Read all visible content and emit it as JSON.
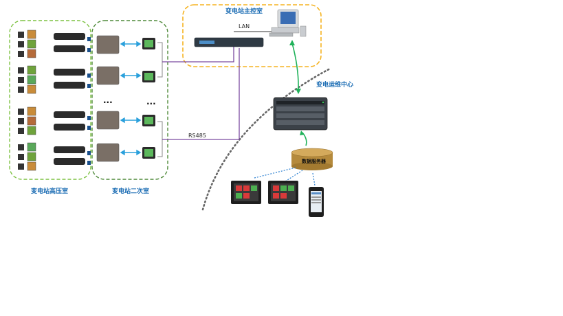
{
  "labels": {
    "high_voltage_room": "变电站高压室",
    "secondary_room": "变电站二次室",
    "main_control_room": "变电站主控室",
    "ops_center": "变电运维中心",
    "lan": "LAN",
    "rs485": "RS485",
    "data_server": "数据服务器",
    "ellipsis": "..."
  },
  "colors": {
    "room_green": "#7dc242",
    "secondary_green": "#4f8a3a",
    "control_orange": "#f5b321",
    "link_blue": "#2aa0dc",
    "link_purple": "#7b4aa0",
    "link_green": "#20b25a",
    "label_blue": "#1f6fb5"
  }
}
